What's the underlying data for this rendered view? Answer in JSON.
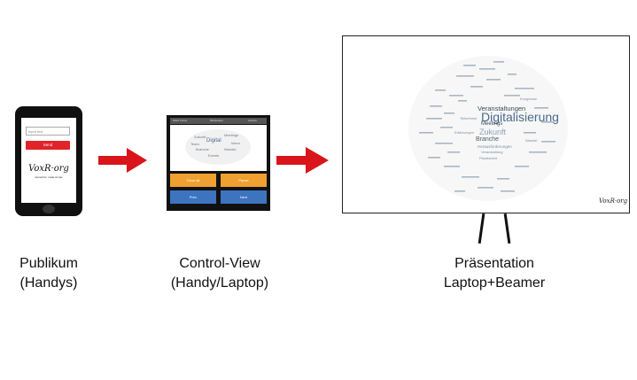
{
  "publikum": {
    "input_placeholder": "Input text",
    "send_label": "Send",
    "logo": "VoxR·org",
    "logo_subtitle": "interaction made simple",
    "caption_line1": "Publikum",
    "caption_line2": "(Handys)"
  },
  "control_view": {
    "tabs": [
      "Word Cloud",
      "Moderation",
      "Archive"
    ],
    "buttons": {
      "orange_left": "Clear all",
      "orange_right": "Pause",
      "blue_left": "Prev",
      "blue_right": "Next"
    },
    "mini_words": [
      "Digital",
      "Zukunft",
      "Meetings",
      "Branche",
      "Wandel",
      "Events",
      "Team",
      "Ideen"
    ],
    "caption_line1": "Control-View",
    "caption_line2": "(Handy/Laptop)"
  },
  "praesentation": {
    "main_words": {
      "digitalisierung": "Digitalisierung",
      "veranstaltungen": "Veranstaltungen",
      "zukunft": "Zukunft",
      "meetings": "Meetings",
      "branche": "Branche",
      "herausforderungen": "Herausforderungen",
      "veranstaltung": "Veranstaltung",
      "erfahrungen": "Erfahrungen",
      "planbarkeit": "Planbarkeit",
      "kongresse": "Kongresse",
      "teilnehmer": "Teilnehmer",
      "wandel": "Wandel"
    },
    "logo": "VoxR·org",
    "caption_line1": "Präsentation",
    "caption_line2": "Laptop+Beamer"
  },
  "colors": {
    "arrow": "#d9151b",
    "send": "#e2232a",
    "orange": "#f0a030",
    "blue": "#3c74c0",
    "cloud_word": "#4a6a8e"
  }
}
